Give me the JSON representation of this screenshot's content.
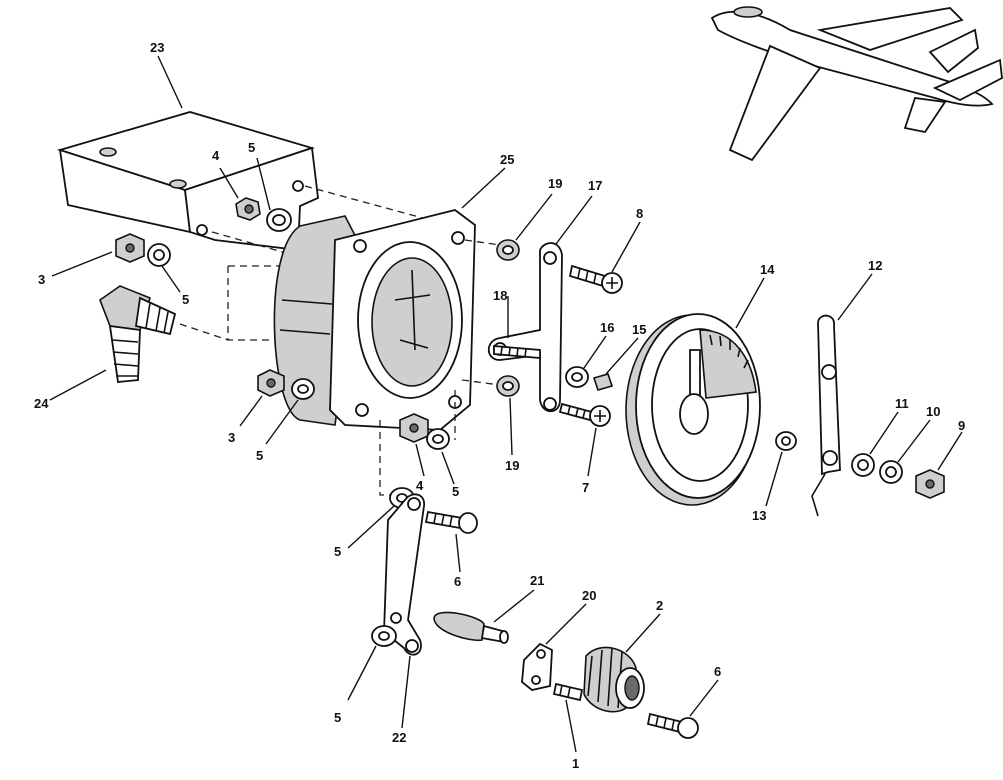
{
  "callouts": {
    "c1": "1",
    "c2": "2",
    "c3a": "3",
    "c3b": "3",
    "c4a": "4",
    "c4b": "4",
    "c5a": "5",
    "c5b": "5",
    "c5c": "5",
    "c5d": "5",
    "c5e": "5",
    "c5f": "5",
    "c6a": "6",
    "c6b": "6",
    "c7": "7",
    "c8": "8",
    "c9": "9",
    "c10": "10",
    "c11": "11",
    "c12": "12",
    "c13": "13",
    "c14": "14",
    "c15": "15",
    "c16": "16",
    "c17": "17",
    "c18": "18",
    "c19a": "19",
    "c19b": "19",
    "c20": "20",
    "c21": "21",
    "c22": "22",
    "c23": "23",
    "c24": "24",
    "c25": "25"
  },
  "icons": {
    "aircraft": "aircraft-silhouette-icon"
  },
  "colors": {
    "ink": "#111111",
    "paper": "#ffffff",
    "shading": "#cfcfcf"
  }
}
